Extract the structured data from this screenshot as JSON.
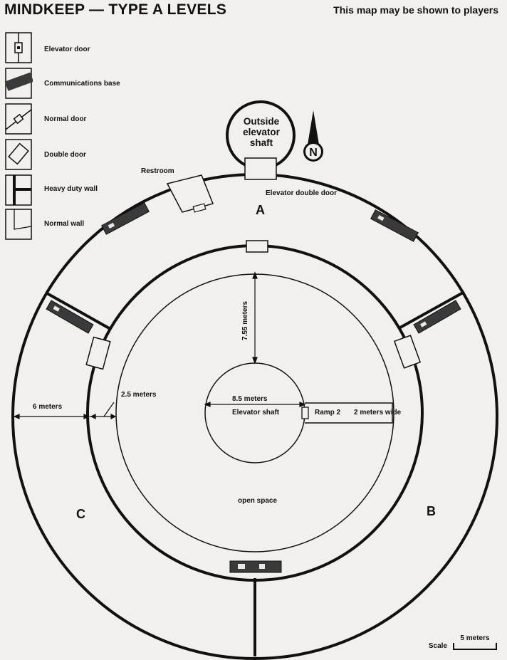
{
  "title": "MINDKEEP — TYPE A LEVELS",
  "notice": "This map may be shown to players",
  "legend": [
    {
      "label": "Elevator door",
      "icon": "elevator-door-icon"
    },
    {
      "label": "Communications base",
      "icon": "communications-base-icon"
    },
    {
      "label": "Normal door",
      "icon": "normal-door-icon"
    },
    {
      "label": "Double door",
      "icon": "double-door-icon"
    },
    {
      "label": "Heavy duty wall",
      "icon": "heavy-duty-wall-icon"
    },
    {
      "label": "Normal wall",
      "icon": "normal-wall-icon"
    }
  ],
  "rooms": {
    "outside_shaft": "Outside elevator shaft",
    "restroom": "Restroom",
    "elevator_double_door": "Elevator double door",
    "elevator_shaft": "Elevator shaft",
    "ramp": "Ramp 2",
    "open_space": "open space"
  },
  "sectors": {
    "a": "A",
    "b": "B",
    "c": "C"
  },
  "measurements": {
    "outer_ring": "6 meters",
    "inner_ring": "2.5 meters",
    "open_gap": "7.55 meters",
    "shaft_diameter": "8.5 meters",
    "ramp_width": "2 meters wide"
  },
  "compass": "N",
  "scale": {
    "label": "Scale",
    "value": "5 meters"
  },
  "colors": {
    "ink": "#111111",
    "paper": "#f1f0ec",
    "panel": "#3a3a3a"
  }
}
